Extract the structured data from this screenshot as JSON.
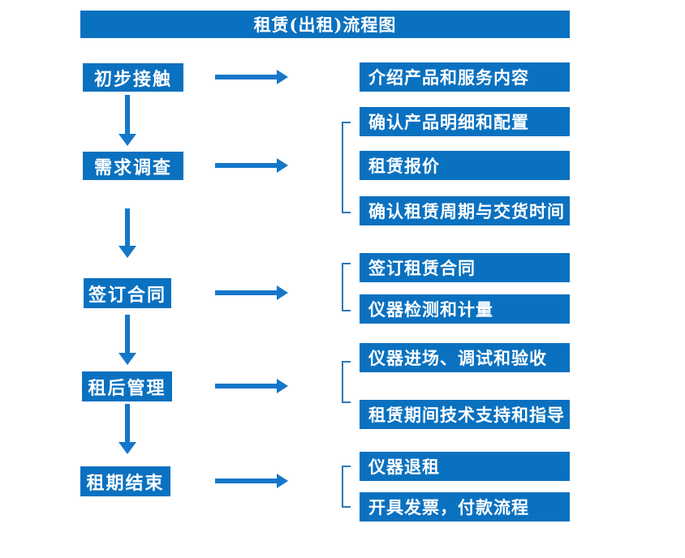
{
  "title": "租赁(出租)流程图",
  "colors": {
    "box_fill": "#0a71c0",
    "arrow": "#1577c9",
    "bracket": "#2e75b6",
    "text": "#ffffff",
    "background": "#ffffff"
  },
  "flow": {
    "steps": [
      {
        "label": "初步接触",
        "outputs": [
          "介绍产品和服务内容"
        ]
      },
      {
        "label": "需求调查",
        "outputs": [
          "确认产品明细和配置",
          "租赁报价",
          "确认租赁周期与交货时间"
        ]
      },
      {
        "label": "签订合同",
        "outputs": [
          "签订租赁合同",
          "仪器检测和计量"
        ]
      },
      {
        "label": "租后管理",
        "outputs": [
          "仪器进场、调试和验收",
          "租赁期间技术支持和指导"
        ]
      },
      {
        "label": "租期结束",
        "outputs": [
          "仪器退租",
          "开具发票，付款流程"
        ]
      }
    ]
  }
}
